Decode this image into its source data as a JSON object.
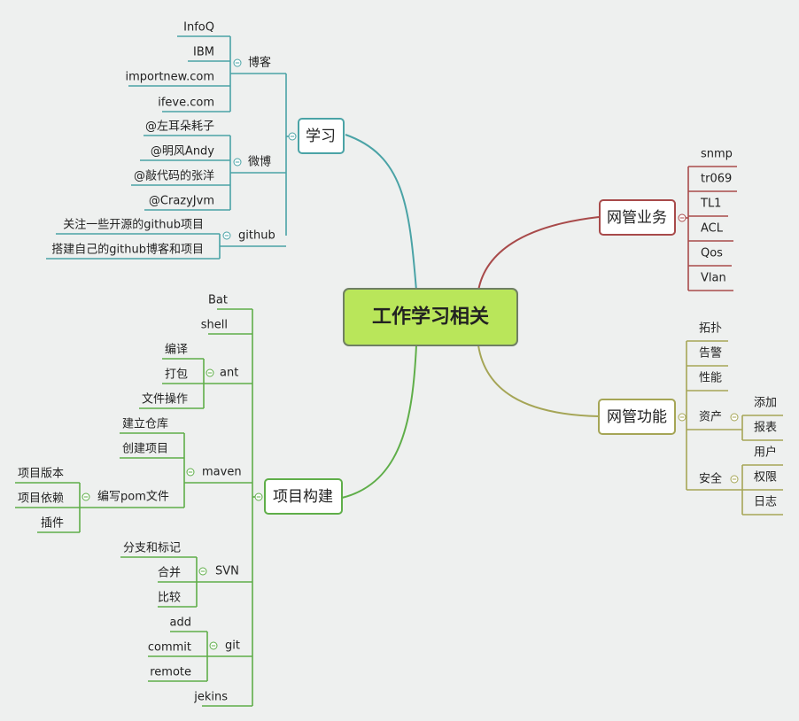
{
  "central": "工作学习相关",
  "colors": {
    "background": "#eef0ef",
    "central_fill": "#b9e65a",
    "learn": "#4aa3a6",
    "build": "#5fae49",
    "business": "#a84a4a",
    "function": "#a5a556"
  },
  "branches": [
    {
      "id": "learn",
      "label": "学习",
      "color": "#4aa3a6",
      "children": [
        {
          "label": "博客",
          "children": [
            {
              "label": "InfoQ"
            },
            {
              "label": "IBM"
            },
            {
              "label": "importnew.com"
            },
            {
              "label": "ifeve.com"
            }
          ]
        },
        {
          "label": "微博",
          "children": [
            {
              "label": "@左耳朵耗子"
            },
            {
              "label": "@明风Andy"
            },
            {
              "label": "@敲代码的张洋"
            },
            {
              "label": "@CrazyJvm"
            }
          ]
        },
        {
          "label": "github",
          "children": [
            {
              "label": "关注一些开源的github项目"
            },
            {
              "label": "搭建自己的github博客和项目"
            }
          ]
        }
      ]
    },
    {
      "id": "build",
      "label": "项目构建",
      "color": "#5fae49",
      "children": [
        {
          "label": "Bat"
        },
        {
          "label": "shell"
        },
        {
          "label": "ant",
          "children": [
            {
              "label": "编译"
            },
            {
              "label": "打包"
            },
            {
              "label": "文件操作"
            }
          ]
        },
        {
          "label": "maven",
          "children": [
            {
              "label": "建立仓库"
            },
            {
              "label": "创建项目"
            },
            {
              "label": "编写pom文件",
              "children": [
                {
                  "label": "项目版本"
                },
                {
                  "label": "项目依赖"
                },
                {
                  "label": "插件"
                }
              ]
            }
          ]
        },
        {
          "label": "SVN",
          "children": [
            {
              "label": "分支和标记"
            },
            {
              "label": "合并"
            },
            {
              "label": "比较"
            }
          ]
        },
        {
          "label": "git",
          "children": [
            {
              "label": "add"
            },
            {
              "label": "commit"
            },
            {
              "label": "remote"
            }
          ]
        },
        {
          "label": "jekins"
        }
      ]
    },
    {
      "id": "business",
      "label": "网管业务",
      "color": "#a84a4a",
      "children": [
        {
          "label": "snmp"
        },
        {
          "label": "tr069"
        },
        {
          "label": "TL1"
        },
        {
          "label": "ACL"
        },
        {
          "label": "Qos"
        },
        {
          "label": "Vlan"
        }
      ]
    },
    {
      "id": "function",
      "label": "网管功能",
      "color": "#a5a556",
      "children": [
        {
          "label": "拓扑"
        },
        {
          "label": "告警"
        },
        {
          "label": "性能"
        },
        {
          "label": "资产",
          "children": [
            {
              "label": "添加"
            },
            {
              "label": "报表"
            }
          ]
        },
        {
          "label": "安全",
          "children": [
            {
              "label": "用户"
            },
            {
              "label": "权限"
            },
            {
              "label": "日志"
            }
          ]
        }
      ]
    }
  ]
}
